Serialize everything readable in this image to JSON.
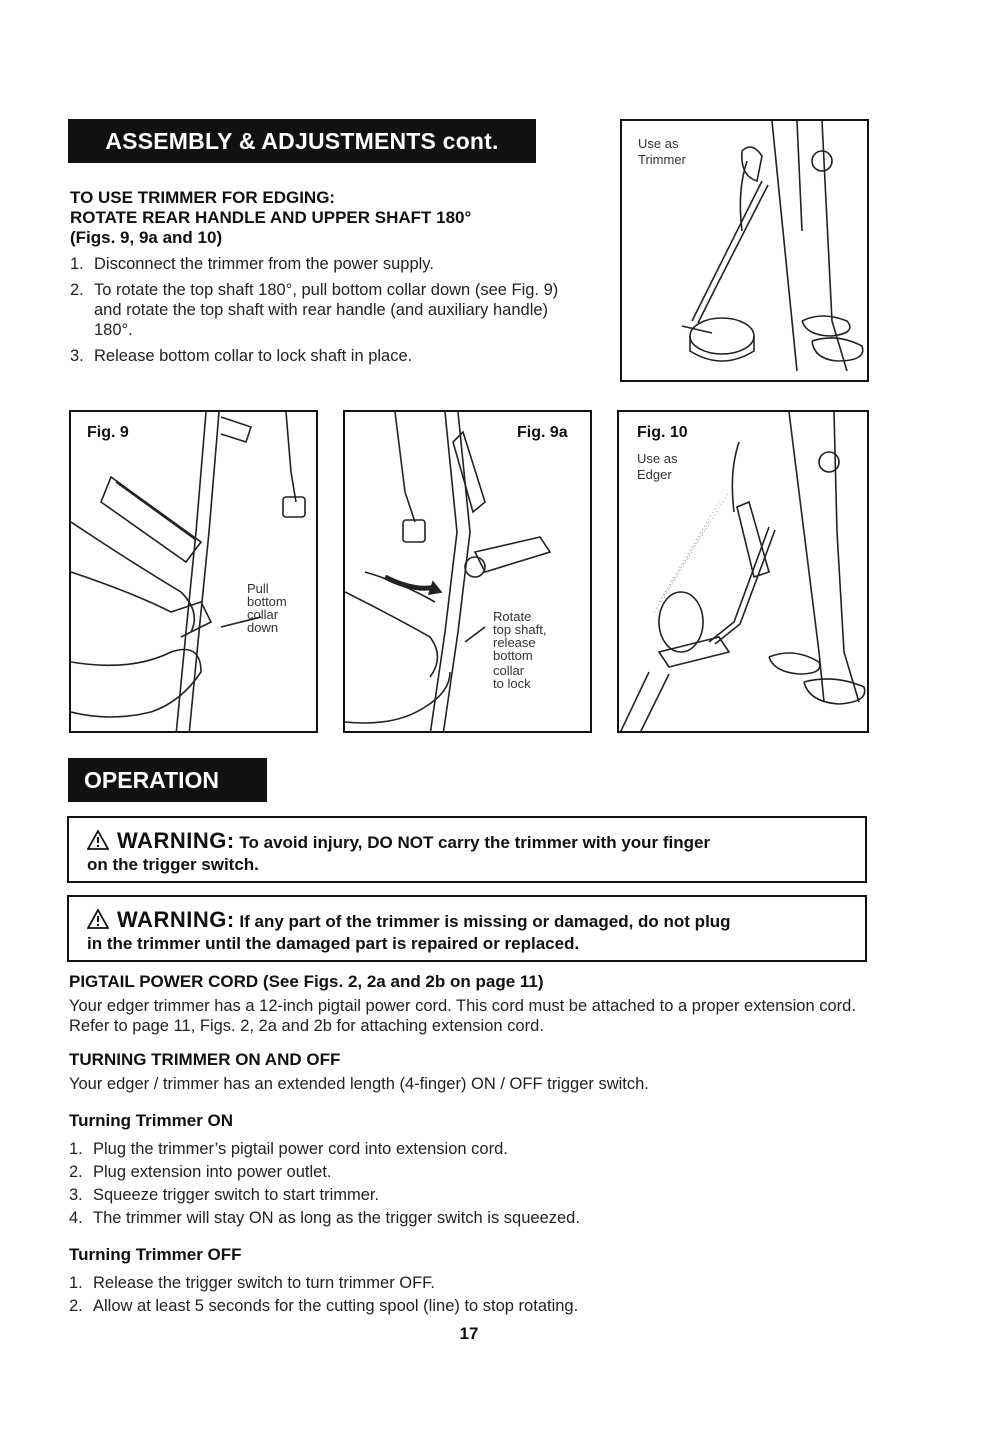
{
  "banners": {
    "assembly": "ASSEMBLY & ADJUSTMENTS cont.",
    "operation": "OPERATION"
  },
  "edging": {
    "heading1": "TO USE TRIMMER FOR EDGING:",
    "heading2": "ROTATE REAR HANDLE AND UPPER SHAFT 180°",
    "heading3": "(Figs. 9, 9a and 10)",
    "steps": [
      {
        "num": "1.",
        "text": "Disconnect the trimmer from the power supply."
      },
      {
        "num": "2.",
        "text": "To rotate the top shaft 180°, pull bottom collar down (see Fig. 9) and rotate the top shaft with rear handle (and auxiliary handle) 180°."
      },
      {
        "num": "3.",
        "text": "Release bottom collar to lock shaft in place."
      }
    ]
  },
  "figures": {
    "trimmer": {
      "caption1": "Use as",
      "caption2": "Trimmer"
    },
    "fig9": {
      "label": "Fig. 9",
      "callout": [
        "Pull",
        "bottom",
        "collar",
        "down"
      ]
    },
    "fig9a": {
      "label": "Fig. 9a",
      "callout": [
        "Rotate",
        "top shaft,",
        "release",
        "bottom",
        "collar",
        "to lock"
      ]
    },
    "fig10": {
      "label": "Fig. 10",
      "caption1": "Use as",
      "caption2": "Edger"
    }
  },
  "warnings": [
    {
      "word": "WARNING:",
      "text1": "To avoid injury, DO NOT carry the trimmer with your finger",
      "text2": "on the trigger switch."
    },
    {
      "word": "WARNING:",
      "text1": "If any part of the trimmer is missing or damaged, do not plug",
      "text2": "in the trimmer until the damaged part is repaired or replaced."
    }
  ],
  "pigtail": {
    "heading": "PIGTAIL POWER CORD (See Figs. 2, 2a and 2b on page 11)",
    "body": "Your edger trimmer has a 12-inch pigtail power cord. This cord must be attached to a proper extension cord. Refer to page 11, Figs. 2, 2a and 2b for attaching extension cord."
  },
  "onoff": {
    "heading": "TURNING TRIMMER ON AND OFF",
    "body": "Your edger / trimmer has an extended length (4-finger) ON / OFF trigger switch."
  },
  "turn_on": {
    "heading": "Turning Trimmer ON",
    "steps": [
      {
        "num": "1.",
        "text": "Plug the trimmer’s pigtail power cord into extension cord."
      },
      {
        "num": "2.",
        "text": "Plug extension into power outlet."
      },
      {
        "num": "3.",
        "text": "Squeeze trigger switch to start trimmer."
      },
      {
        "num": "4.",
        "text": "The trimmer will stay ON as long as the trigger switch is squeezed."
      }
    ]
  },
  "turn_off": {
    "heading": "Turning Trimmer OFF",
    "steps": [
      {
        "num": "1.",
        "text": "Release the trigger switch to turn trimmer OFF."
      },
      {
        "num": "2.",
        "text": "Allow at least 5 seconds for the cutting spool (line) to stop rotating."
      }
    ]
  },
  "page_number": "17"
}
